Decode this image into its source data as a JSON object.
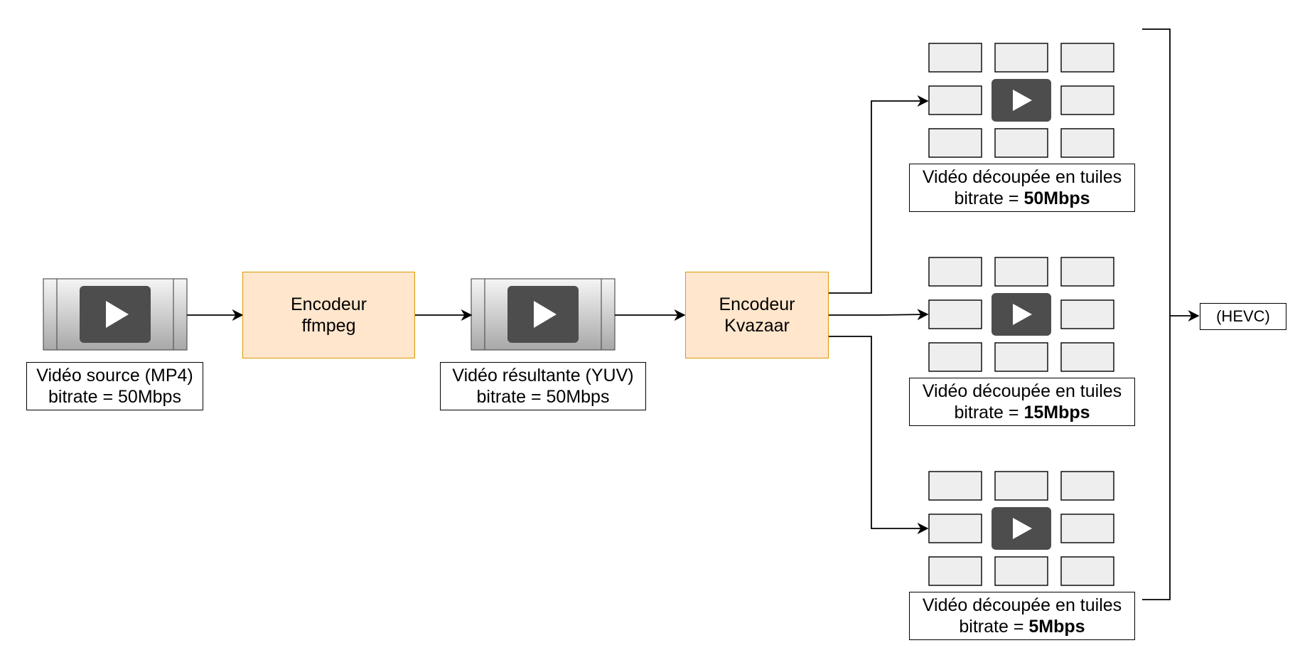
{
  "source": {
    "line1": "Vidéo source (MP4)",
    "line2": "bitrate = 50Mbps"
  },
  "encoder1": {
    "line1": "Encodeur",
    "line2": "ffmpeg"
  },
  "result": {
    "line1": "Vidéo résultante (YUV)",
    "line2": "bitrate = 50Mbps"
  },
  "encoder2": {
    "line1": "Encodeur",
    "line2": "Kvazaar"
  },
  "tiled": [
    {
      "line1": "Vidéo découpée en tuiles",
      "prefix": "bitrate = ",
      "bitrate": "50Mbps"
    },
    {
      "line1": "Vidéo découpée en tuiles",
      "prefix": "bitrate = ",
      "bitrate": "15Mbps"
    },
    {
      "line1": "Vidéo découpée en tuiles",
      "prefix": "bitrate = ",
      "bitrate": "5Mbps"
    }
  ],
  "output": {
    "label": "(HEVC)"
  },
  "colors": {
    "encoder_fill": "#ffe6cc",
    "encoder_stroke": "#d79b00",
    "tile_fill": "#eeeeee",
    "play_button": "#4d4d4d"
  },
  "icons": [
    "video-icon",
    "play-icon",
    "arrow-icon",
    "bracket"
  ]
}
